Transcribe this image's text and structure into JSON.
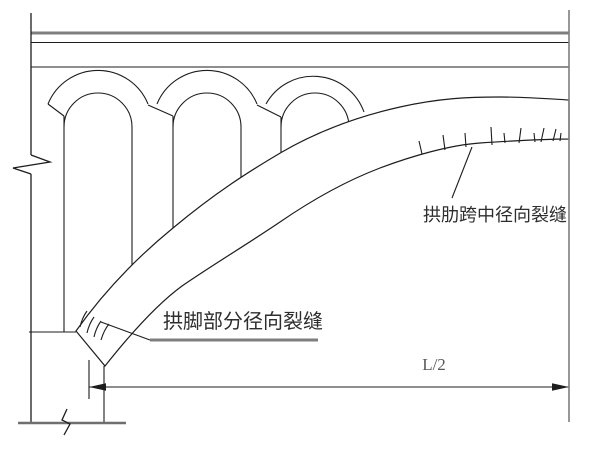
{
  "diagram": {
    "kind": "bridge-arch-crack-schematic",
    "labels": {
      "midspan_crack_label": "拱肋跨中径向裂缝",
      "foot_crack_label": "拱脚部分径向裂缝",
      "span_dimension_label": "L/2"
    },
    "cracks": {
      "midspan_radial_tick_count": 10,
      "foot_radial_stroke_count": 4
    },
    "colors": {
      "line": "#1d1d1d",
      "secondary_gray": "#7e7e7e",
      "text": "#2e2e2e",
      "dimension_text": "#5a5a5a",
      "background": "#ffffff"
    }
  }
}
